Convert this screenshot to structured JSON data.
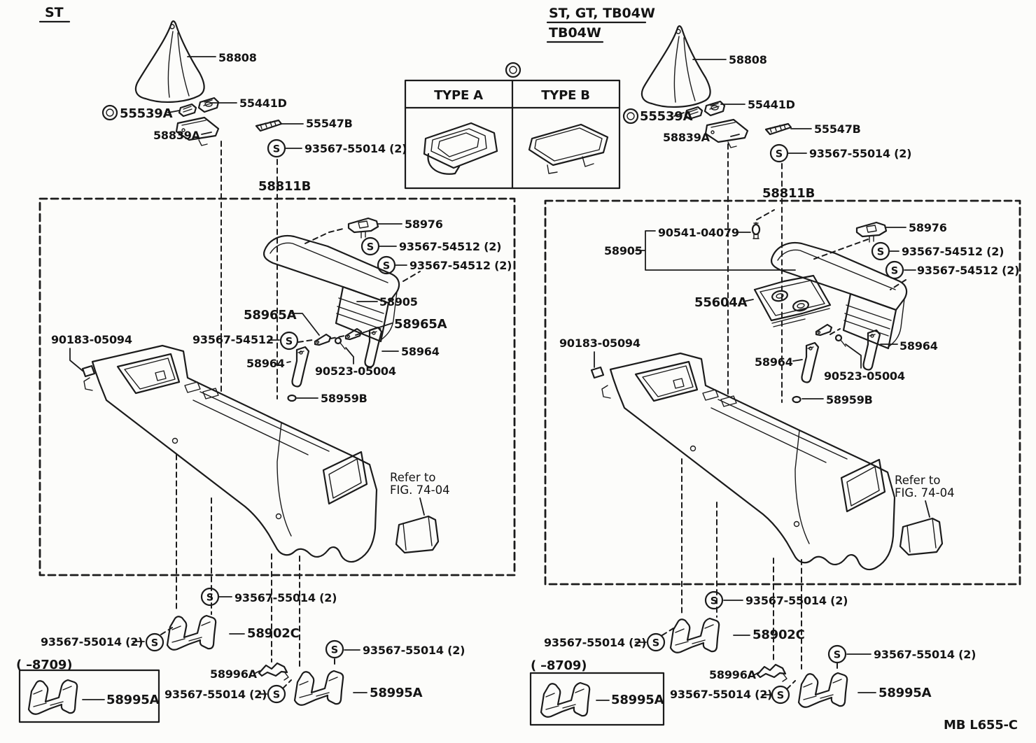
{
  "document": {
    "drawing_code": "MB L655-C"
  },
  "symbols": {
    "screw": "S"
  },
  "headings": {
    "left_variant": "ST",
    "right_variant_line1": "ST, GT, TB04W",
    "right_variant_line2": "TB04W"
  },
  "type_table": {
    "type_a": "TYPE A",
    "type_b": "TYPE B"
  },
  "shift_left": {
    "boot": "58808",
    "plate": "55441D",
    "ring": "55539A",
    "lever_plate": "58839A",
    "strip": "55547B",
    "screw": "93567-55014 (2)",
    "panel": "58811B"
  },
  "shift_right": {
    "boot": "58808",
    "plate": "55441D",
    "ring": "55539A",
    "lever_plate": "58839A",
    "strip": "55547B",
    "screw": "93567-55014 (2)",
    "panel": "58811B"
  },
  "console_left": {
    "lock": "58976",
    "screw_upper": "93567-54512 (2)",
    "screw_lower": "93567-54512 (2)",
    "armrest": "58905",
    "hinge_left": "58965A",
    "hinge_right": "58965A",
    "hinge_screw": "93567-54512",
    "lever_left": "58964",
    "lever_right": "58964",
    "washer": "90523-05004",
    "clip": "90183-05094",
    "grommet": "58959B",
    "refer_line1": "Refer to",
    "refer_line2": "FIG. 74-04"
  },
  "console_right": {
    "pin": "90541-04079",
    "armrest": "58905",
    "lock": "58976",
    "screw_upper": "93567-54512 (2)",
    "screw_lower": "93567-54512 (2)",
    "tray": "55604A",
    "lever_left": "58964",
    "lever_right": "58964",
    "washer": "90523-05004",
    "clip": "90183-05094",
    "grommet": "58959B",
    "refer_line1": "Refer to",
    "refer_line2": "FIG. 74-04"
  },
  "bottom_left": {
    "screw_top": "93567-55014 (2)",
    "screw_left": "93567-55014 (2)",
    "bracket_rear": "58902C",
    "date_range": "( –8709)",
    "bracket_boxed": "58995A",
    "clip": "58996A",
    "screw_mid": "93567-55014 (2)",
    "screw_front": "93567-55014 (2)",
    "bracket_front": "58995A"
  },
  "bottom_right": {
    "screw_top": "93567-55014 (2)",
    "screw_left": "93567-55014 (2)",
    "bracket_rear": "58902C",
    "date_range": "( –8709)",
    "bracket_boxed": "58995A",
    "clip": "58996A",
    "screw_mid": "93567-55014 (2)",
    "screw_front": "93567-55014 (2)",
    "bracket_front": "58995A"
  }
}
